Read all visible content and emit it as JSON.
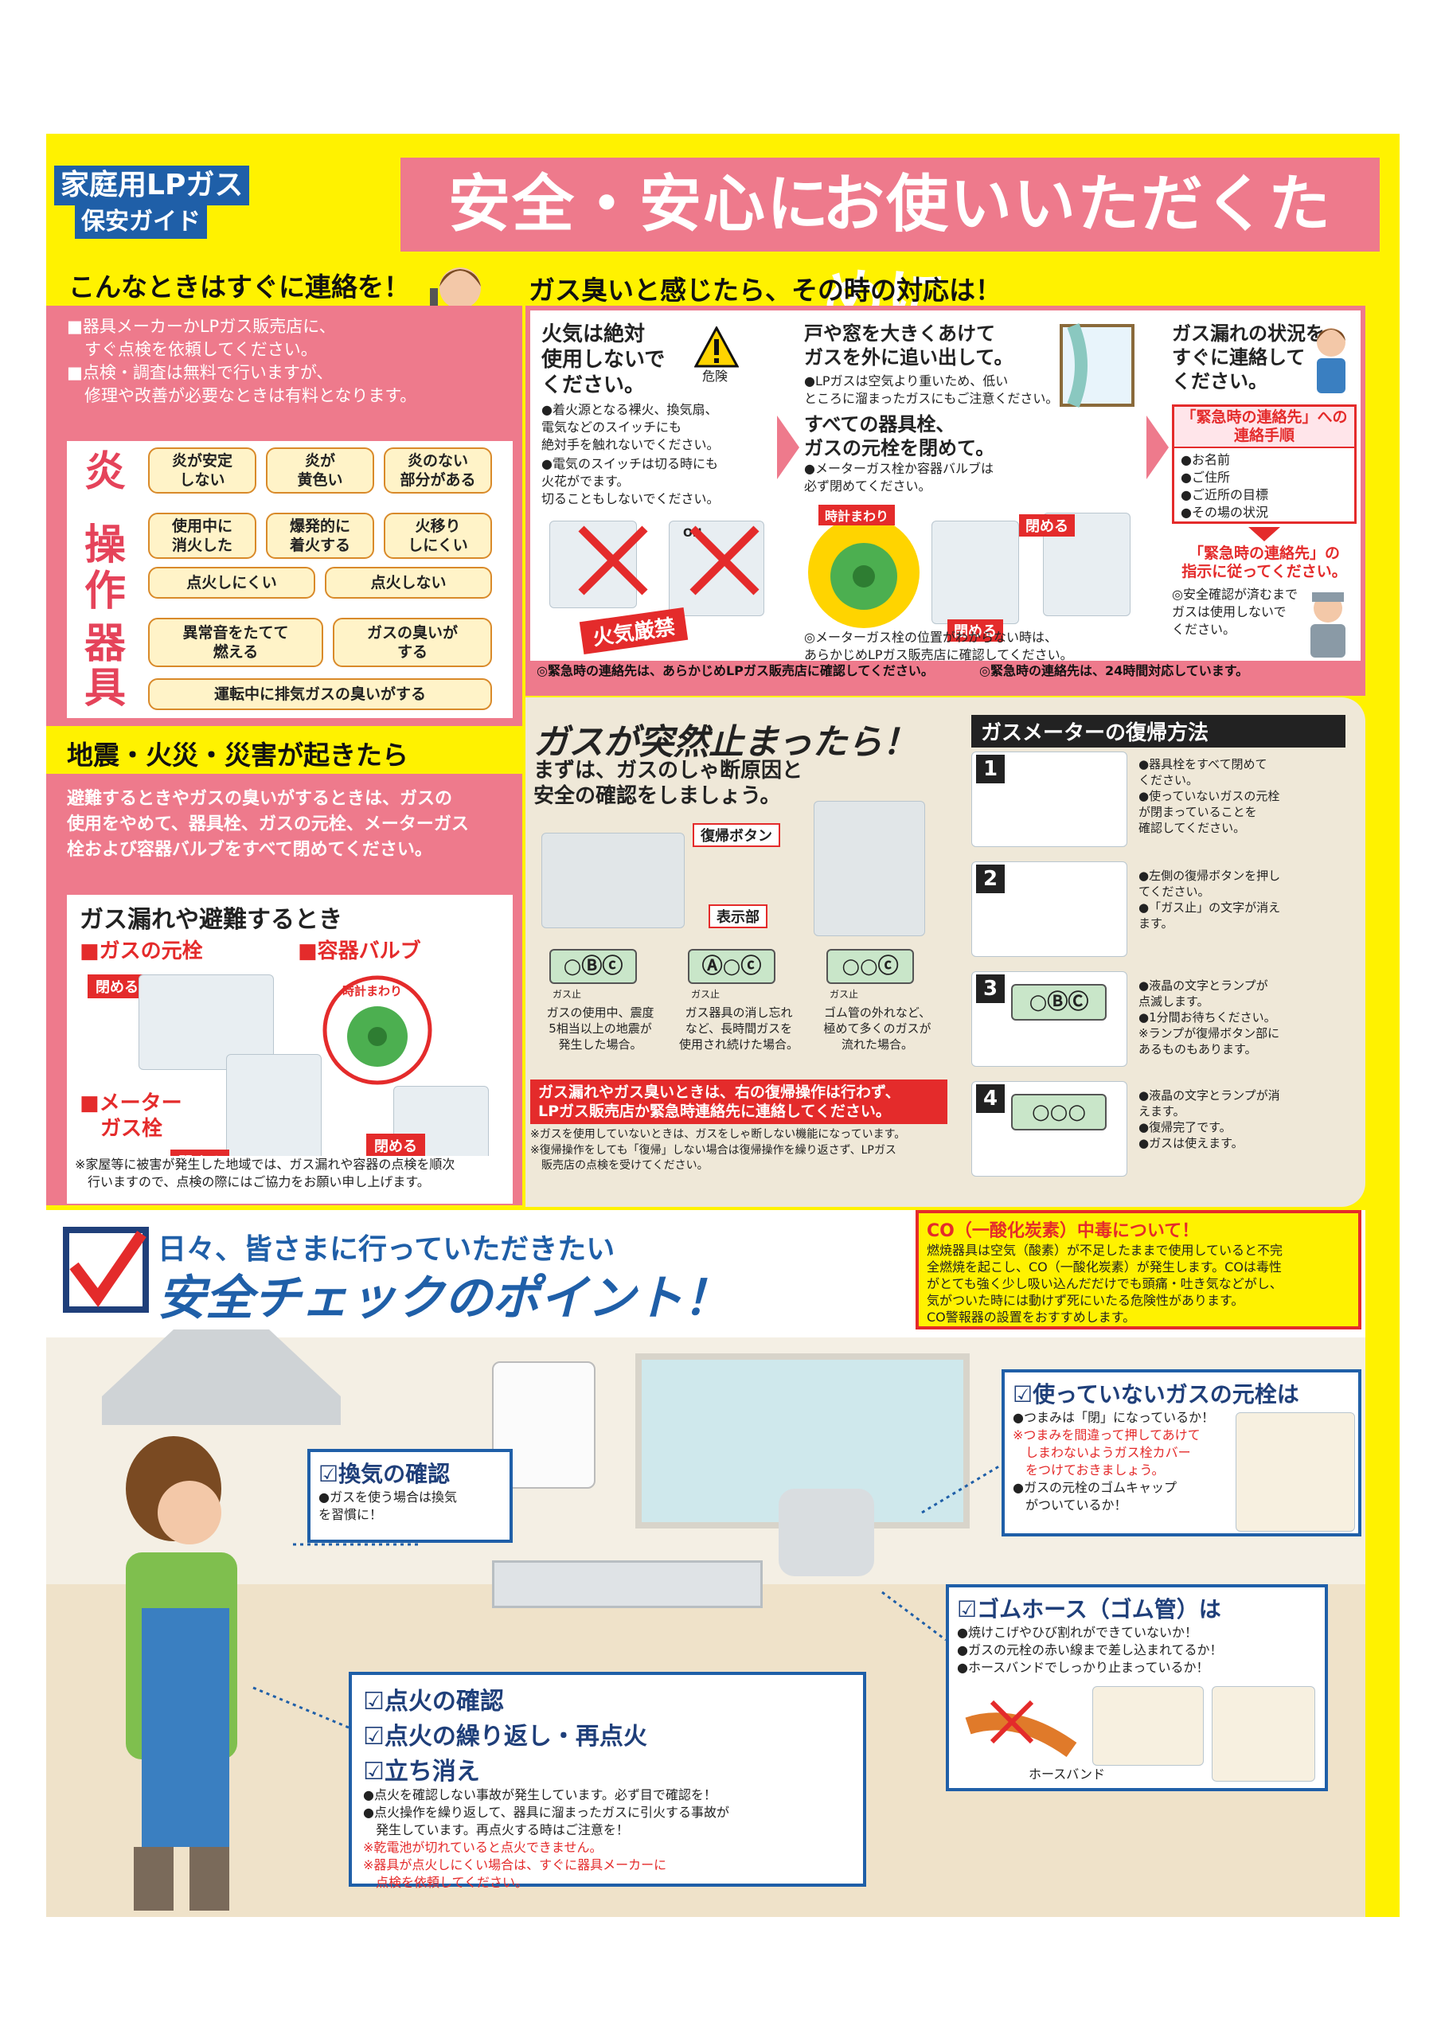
{
  "header": {
    "tag1": "家庭用LPガス",
    "tag2": "保安ガイド",
    "title_a": "安全・安心に",
    "title_b": "お使いいただくために"
  },
  "contact": {
    "title": "こんなときはすぐに連絡を！",
    "line1": "■器具メーカーかLPガス販売店に、",
    "line2": "すぐ点検を依頼してください。",
    "line3": "■点検・調査は無料で行いますが、",
    "line4": "修理や改善が必要なときは有料となります。",
    "cat_flame": "炎",
    "cat_op1": "操",
    "cat_op2": "作",
    "cat_dev1": "器",
    "cat_dev2": "具",
    "boxes": [
      "炎が安定\nしない",
      "炎が\n黄色い",
      "炎のない\n部分がある",
      "使用中に\n消火した",
      "爆発的に\n着火する",
      "火移り\nしにくい",
      "点火しにくい",
      "点火しない",
      "異常音をたてて\n燃える",
      "ガスの臭いが\nする",
      "運転中に排気ガスの臭いがする"
    ]
  },
  "smell": {
    "title": "ガス臭いと感じたら、その時の対応は！",
    "col1_head": "火気は絶対\n使用しないで\nください。",
    "danger": "危険",
    "col1_b1": "●着火源となる裸火、換気扇、\n電気などのスイッチにも\n絶対手を触れないでください。",
    "col1_b2": "●電気のスイッチは切る時にも\n火花がでます。\n切ることもしないでください。",
    "on_label": "ON",
    "fire_ban": "火気厳禁",
    "col2_head": "戸や窓を大きくあけて\nガスを外に追い出して。",
    "col2_b1": "●LPガスは空気より重いため、低い\nところに溜まったガスにもご注意ください。",
    "col2_head2": "すべての器具栓、\nガスの元栓を閉めて。",
    "col2_b2": "●メーターガス栓か容器バルブは\n必ず閉めてください。",
    "clockwise": "時計まわり",
    "close1": "閉める",
    "close2": "閉める",
    "col2_note": "◎メーターガス栓の位置がわからない時は、\nあらかじめLPガス販売店に確認してください。",
    "col3_head": "ガス漏れの状況を\nすぐに連絡して\nください。",
    "procedure_title": "「緊急時の連絡先」への\n連絡手順",
    "proc_items": [
      "●お名前",
      "●ご住所",
      "●ご近所の目標",
      "●その場の状況"
    ],
    "instruct": "「緊急時の連絡先」の\n指示に従ってください。",
    "col3_note": "◎安全確認が済むまで\nガスは使用しないで\nください。",
    "footer_a": "◎緊急時の連絡先は、あらかじめLPガス販売店に確認してください。",
    "footer_b": "◎緊急時の連絡先は、24時間対応しています。"
  },
  "disaster": {
    "title": "地震・火災・災害が起きたら",
    "body": "避難するときやガスの臭いがするときは、ガスの\n使用をやめて、器具栓、ガスの元栓、メーターガス\n栓および容器バルブをすべて閉めてください。",
    "sub": "ガス漏れや避難するとき",
    "label_main": "■ガスの元栓",
    "label_valve": "■容器バルブ",
    "label_meter": "■メーター\n　ガス栓",
    "close": "閉める",
    "clockwise": "時計まわり",
    "note": "※家屋等に被害が発生した地域では、ガス漏れや容器の点検を順次\n　行いますので、点検の際にはご協力をお願い申し上げます。"
  },
  "stop": {
    "title": "ガスが突然止まったら！",
    "sub": "まずは、ガスのしゃ断原因と\n安全の確認をしましょう。",
    "reset_btn": "復帰ボタン",
    "display": "表示部",
    "lcd1": "○Ⓑⓒ",
    "lcd2": "Ⓐ○ⓒ",
    "lcd3": "○○ⓒ",
    "lcd_cap": "ガス止",
    "desc1": "ガスの使用中、震度\n5相当以上の地震が\n発生した場合。",
    "desc2": "ガス器具の消し忘れ\nなど、長時間ガスを\n使用され続けた場合。",
    "desc3": "ゴム管の外れなど、\n極めて多くのガスが\n流れた場合。",
    "warn": "ガス漏れやガス臭いときは、右の復帰操作は行わず、\nLPガス販売店か緊急時連絡先に連絡してください。",
    "note1": "※ガスを使用していないときは、ガスをしゃ断しない機能になっています。",
    "note2": "※復帰操作をしても「復帰」しない場合は復帰操作を繰り返さず、LPガス\n　販売店の点検を受けてください。"
  },
  "recovery": {
    "title": "ガスメーターの復帰方法",
    "steps": [
      {
        "num": "1",
        "text": "●器具栓をすべて閉めて\nください。\n●使っていないガスの元栓\nが閉まっていることを\n確認してください。"
      },
      {
        "num": "2",
        "text": "●左側の復帰ボタンを押し\nてください。\n●「ガス止」の文字が消え\nます。"
      },
      {
        "num": "3",
        "text": "●液晶の文字とランプが\n点滅します。\n●1分間お待ちください。\n※ランプが復帰ボタン部に\nあるものもあります。"
      },
      {
        "num": "4",
        "text": "●液晶の文字とランプが消\nえます。\n●復帰完了です。\n●ガスは使えます。"
      }
    ],
    "lcd3": "○ⒷⒸ",
    "lcd4": "○○○"
  },
  "check": {
    "title1": "日々、皆さまに行っていただきたい",
    "title2": "安全チェックのポイント！",
    "co_title": "CO（一酸化炭素）中毒について！",
    "co_body": "燃焼器具は空気（酸素）が不足したままで使用していると不完\n全燃焼を起こし、CO（一酸化炭素）が発生します。COは毒性\nがとても強く少し吸い込んだだけでも頭痛・吐き気などがし、\n気がついた時には動けず死にいたる危険性があります。\nCO警報器の設置をおすすめします。",
    "vent_title": "換気の確認",
    "vent_body": "●ガスを使う場合は換気\nを習慣に！",
    "valve_title": "使っていないガスの元栓は",
    "valve_b1": "●つまみは「閉」になっているか！",
    "valve_b2": "※つまみを間違って押してあけて\n　しまわないようガス栓カバー\n　をつけておきましょう。",
    "valve_b3": "●ガスの元栓のゴムキャップ\n　がついているか！",
    "hose_title": "ゴムホース（ゴム管）は",
    "hose_b1": "●焼けこげやひび割れができていないか！",
    "hose_b2": "●ガスの元栓の赤い線まで差し込まれてるか！",
    "hose_b3": "●ホースバンドでしっかり止まっているか！",
    "hose_band": "ホースバンド",
    "ign_t1": "点火の確認",
    "ign_t2": "点火の繰り返し・再点火",
    "ign_t3": "立ち消え",
    "ign_b1": "●点火を確認しない事故が発生しています。必ず目で確認を！",
    "ign_b2": "●点火操作を繰り返して、器具に溜まったガスに引火する事故が\n　発生しています。再点火する時はご注意を！",
    "ign_n1": "※乾電池が切れていると点火できません。",
    "ign_n2": "※器具が点火しにくい場合は、すぐに器具メーカーに\n　点検を依頼してください。"
  },
  "colors": {
    "yellow": "#fff200",
    "pink": "#ee7a8c",
    "red": "#e42b2b",
    "blue": "#1f5fa8"
  }
}
